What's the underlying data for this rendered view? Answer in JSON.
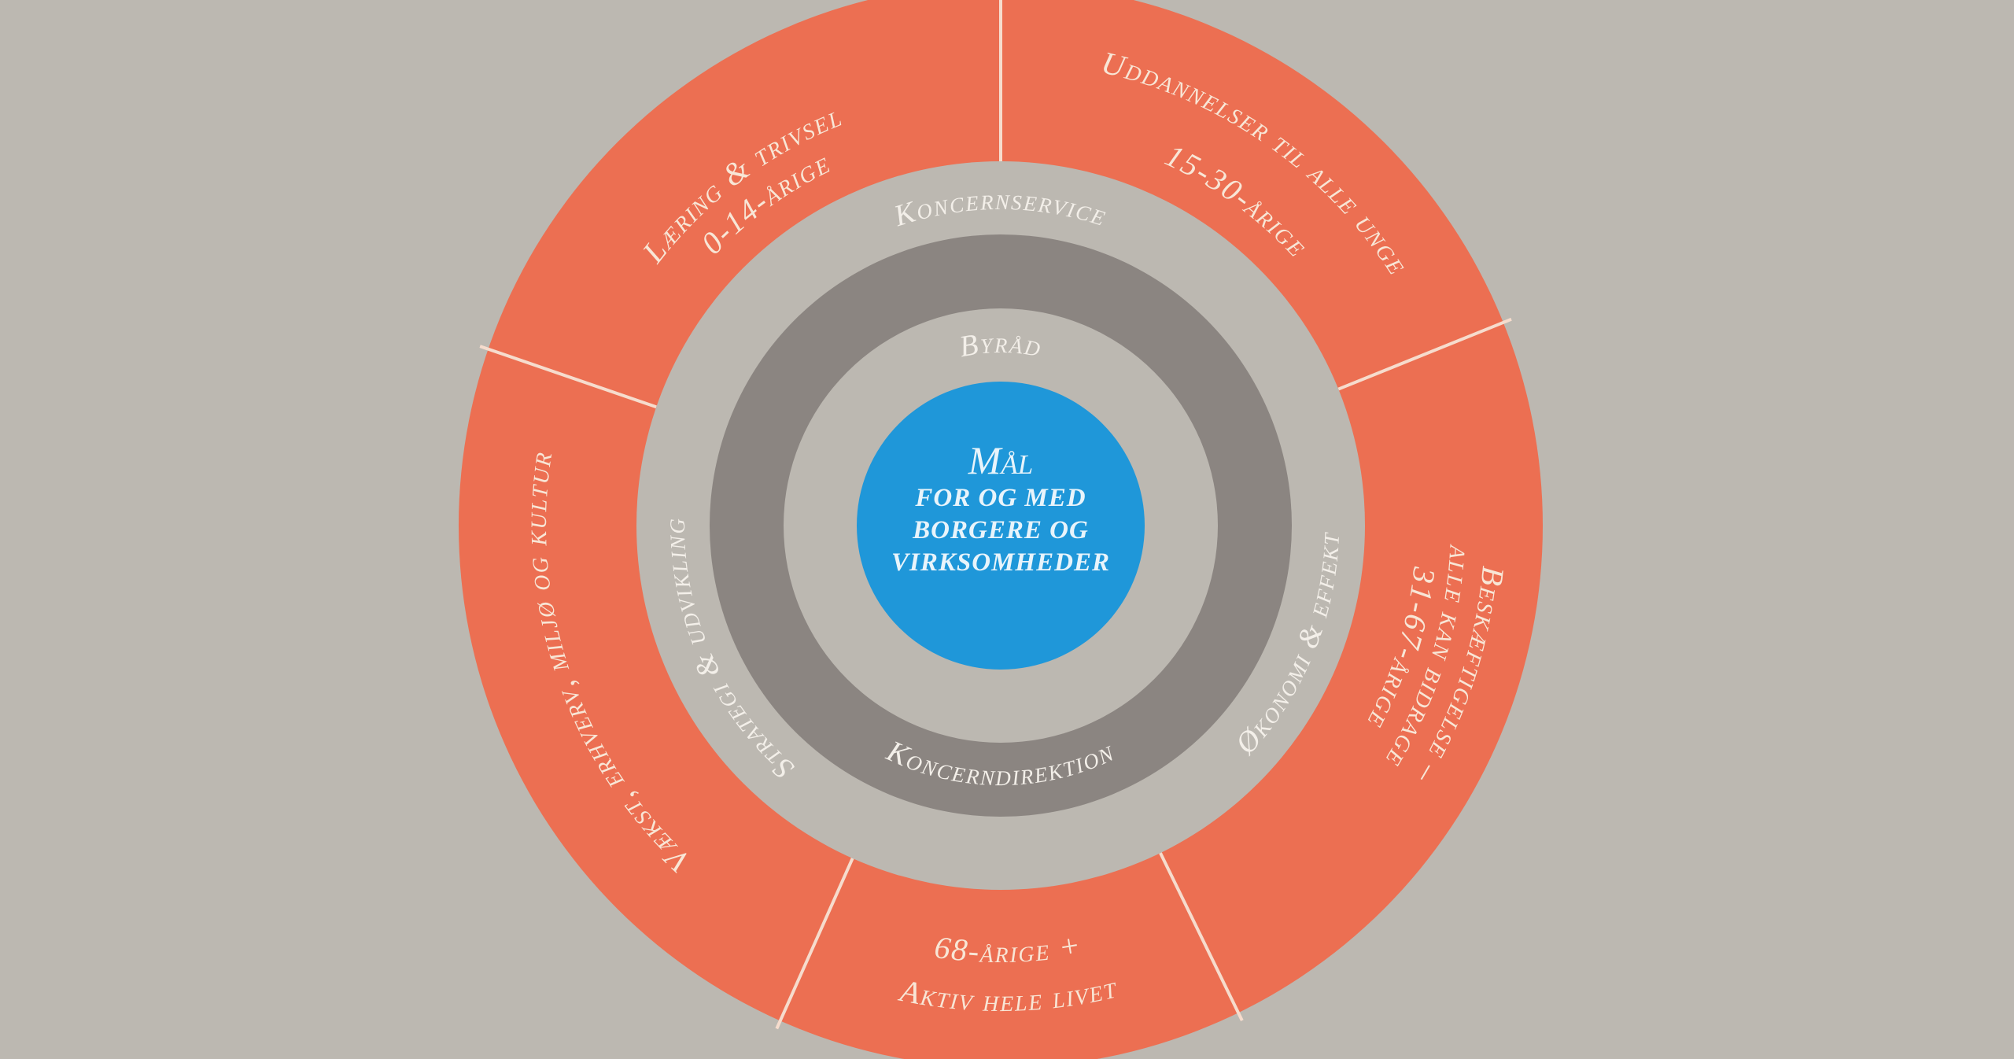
{
  "diagram": {
    "center": {
      "title": "Mål",
      "lines": [
        "FOR OG MED",
        "BORGERE OG",
        "VIRKSOMHEDER"
      ]
    },
    "inner_ring": {
      "label": "Byråd"
    },
    "dark_ring": {
      "label": "Koncerndirektion"
    },
    "middle_ring": {
      "top": "Koncernservice",
      "left": "Strategi & udvikling",
      "right": "Økonomi & effekt"
    },
    "outer_segments": [
      {
        "lines": [
          "Læring & trivsel",
          "0-14-årige"
        ]
      },
      {
        "lines": [
          "Uddannelser til alle unge",
          "15-30-årige"
        ]
      },
      {
        "lines": [
          "Beskæftigelse –",
          "alle kan bidrage",
          "31-67-årige"
        ]
      },
      {
        "lines": [
          "68-årige +",
          "Aktiv hele livet"
        ]
      },
      {
        "lines": [
          "Vækst, erhverv, miljø og kultur"
        ]
      }
    ]
  },
  "colors": {
    "background": "#bcb8b1",
    "outer_ring": "#ec6f52",
    "middle_ring": "#bcb8b1",
    "dark_ring": "#8b8581",
    "inner_ring": "#bcb8b1",
    "center": "#1f97d9",
    "divider": "#f6dccd"
  }
}
